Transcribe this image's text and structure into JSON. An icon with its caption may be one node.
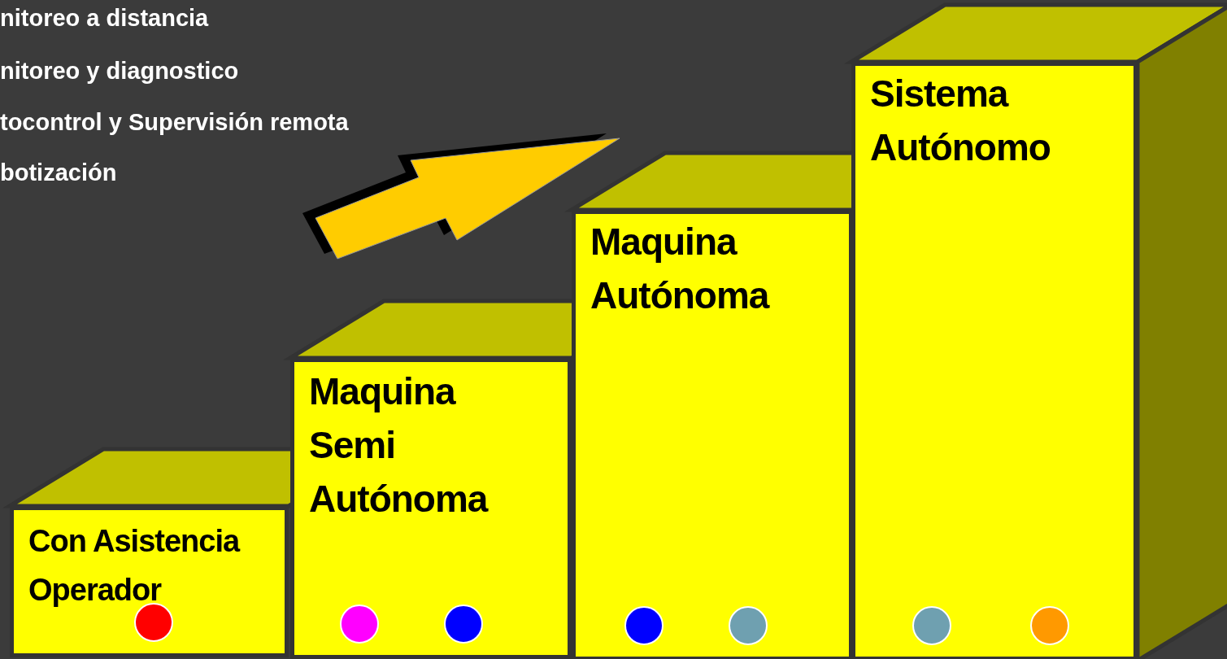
{
  "diagram": {
    "nodes": [
      {
        "text": [
          "Con Asistencia Operador"
        ]
      },
      {
        "text": [],
        "shape": "circle",
        "in": 0
      },
      {
        "text": [
          "Maquina Semi Autónoma"
        ]
      },
      {
        "text": [],
        "shape": "circle",
        "in": 2
      },
      {
        "text": [],
        "shape": "circle",
        "in": 2
      },
      {
        "text": [
          "Maquina Autónoma"
        ]
      },
      {
        "text": [],
        "shape": "circle",
        "in": 5
      },
      {
        "text": [],
        "shape": "circle",
        "in": 5
      },
      {
        "text": [
          "Sistema Autónomo"
        ]
      },
      {
        "text": [],
        "shape": "circle",
        "in": 8
      },
      {
        "text": [],
        "shape": "circle",
        "in": 8
      }
    ],
    "labels": [
      "nitoreo a distancia",
      "nitoreo y diagnostico",
      "tocontrol y Supervisión remota",
      "botización"
    ]
  }
}
